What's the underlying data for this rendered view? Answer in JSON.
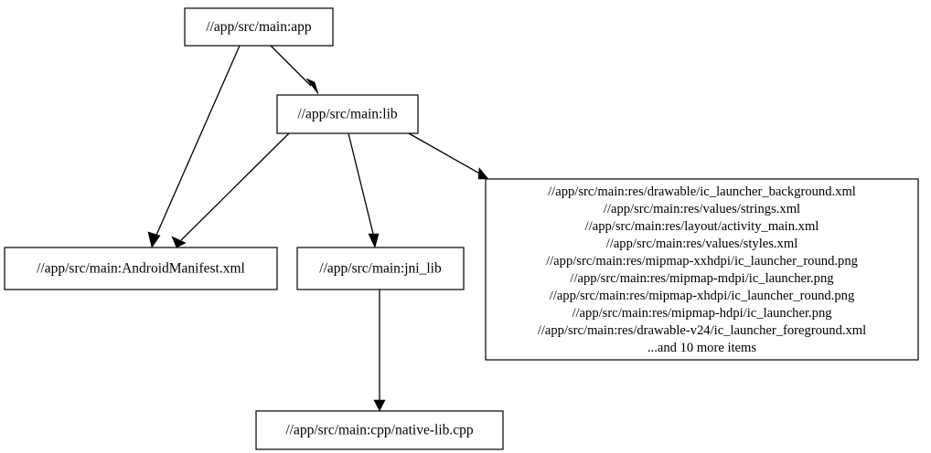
{
  "diagram": {
    "type": "dependency-graph",
    "title": "",
    "background_color": "#ffffff",
    "node_fill": "#ffffff",
    "node_stroke": "#000000",
    "edge_color": "#000000",
    "nodes": [
      {
        "id": "app",
        "label": "//app/src/main:app"
      },
      {
        "id": "lib",
        "label": "//app/src/main:lib"
      },
      {
        "id": "manifest",
        "label": "//app/src/main:AndroidManifest.xml"
      },
      {
        "id": "jni_lib",
        "label": "//app/src/main:jni_lib"
      },
      {
        "id": "native_lib",
        "label": "//app/src/main:cpp/native-lib.cpp"
      },
      {
        "id": "resources",
        "lines": [
          "//app/src/main:res/drawable/ic_launcher_background.xml",
          "//app/src/main:res/values/strings.xml",
          "//app/src/main:res/layout/activity_main.xml",
          "//app/src/main:res/values/styles.xml",
          "//app/src/main:res/mipmap-xxhdpi/ic_launcher_round.png",
          "//app/src/main:res/mipmap-mdpi/ic_launcher.png",
          "//app/src/main:res/mipmap-xhdpi/ic_launcher_round.png",
          "//app/src/main:res/mipmap-hdpi/ic_launcher.png",
          "//app/src/main:res/drawable-v24/ic_launcher_foreground.xml",
          "...and 10 more items"
        ]
      }
    ],
    "edges": [
      {
        "from": "app",
        "to": "lib"
      },
      {
        "from": "app",
        "to": "manifest"
      },
      {
        "from": "lib",
        "to": "manifest"
      },
      {
        "from": "lib",
        "to": "jni_lib"
      },
      {
        "from": "lib",
        "to": "resources"
      },
      {
        "from": "jni_lib",
        "to": "native_lib"
      }
    ]
  }
}
